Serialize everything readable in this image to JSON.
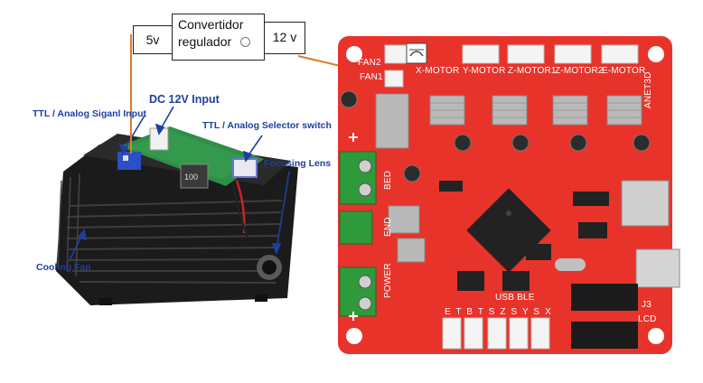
{
  "boxes": {
    "five_volt": "5v",
    "converter_line1": "Convertidor",
    "converter_line2": "regulador",
    "twelve_volt": "12 v"
  },
  "laser_labels": {
    "ttl_input": "TTL / Analog Siganl Input",
    "dc_input": "DC 12V Input",
    "selector_switch": "TTL / Analog Selector switch",
    "focusing_lens": "Focusing Lens",
    "cooling_fan": "Cooling Fan"
  },
  "board_labels": {
    "fan2": "FAN2",
    "fan1": "FAN1",
    "x_motor": "X-MOTOR",
    "y_motor": "Y-MOTOR",
    "z_motor1": "Z-MOTOR1",
    "z_motor2": "Z-MOTOR2",
    "e_motor": "E-MOTOR",
    "board_name": "ANET3D",
    "bed": "BED",
    "end": "END",
    "power": "POWER",
    "usb_ble": "USB BLE",
    "j3": "J3",
    "lcd": "LCD",
    "endstops": "E T B T S Z S Y S X"
  },
  "colors": {
    "board_red": "#e8332a",
    "wire_orange": "#e07b28",
    "terminal_green": "#2f9a3c",
    "label_blue": "#1e3fa0"
  }
}
